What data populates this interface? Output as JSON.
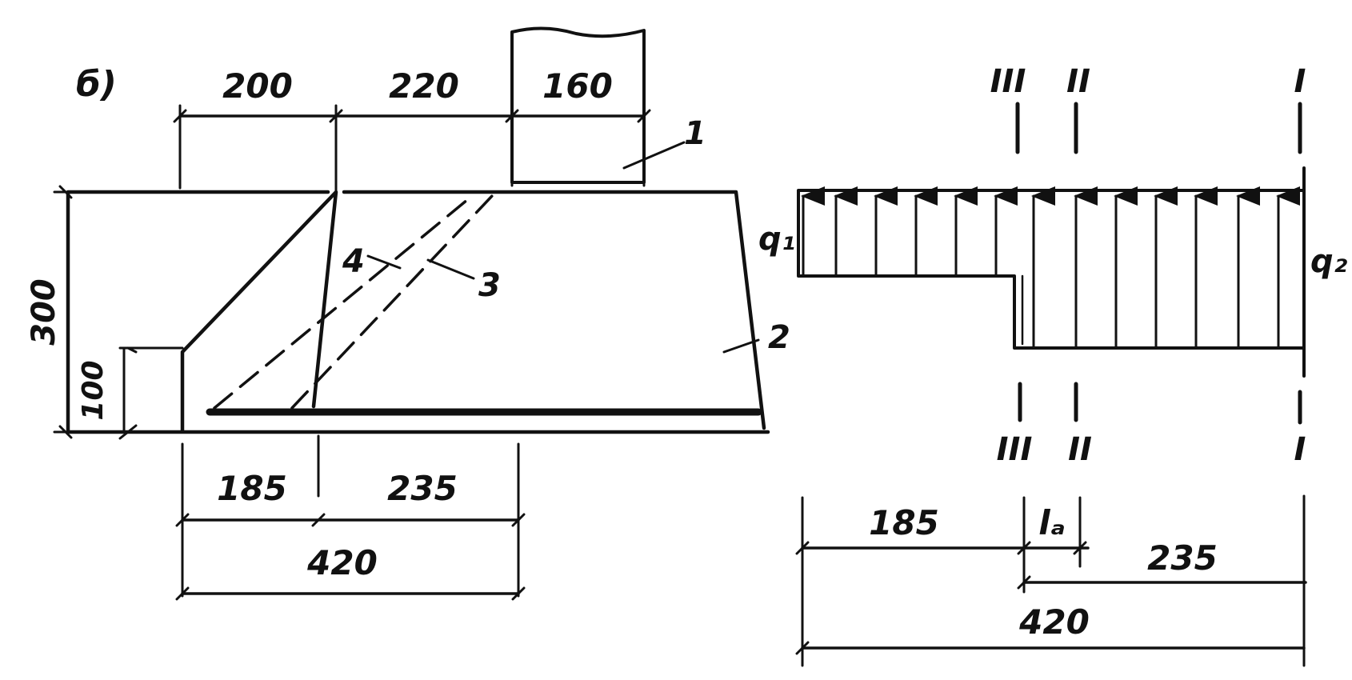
{
  "figure_label": "б)",
  "left": {
    "dims_top": [
      "200",
      "220",
      "160"
    ],
    "dims_bottom": [
      "185",
      "235",
      "420"
    ],
    "dim_height_total": "300",
    "dim_height_step": "100",
    "callouts": [
      "1",
      "2",
      "3",
      "4"
    ]
  },
  "right": {
    "sections_top": [
      "III",
      "II",
      "I"
    ],
    "sections_bottom": [
      "III",
      "II",
      "I"
    ],
    "q1": "q₁",
    "q2": "q₂",
    "la": "lₐ",
    "dims": [
      "185",
      "235",
      "420"
    ]
  }
}
